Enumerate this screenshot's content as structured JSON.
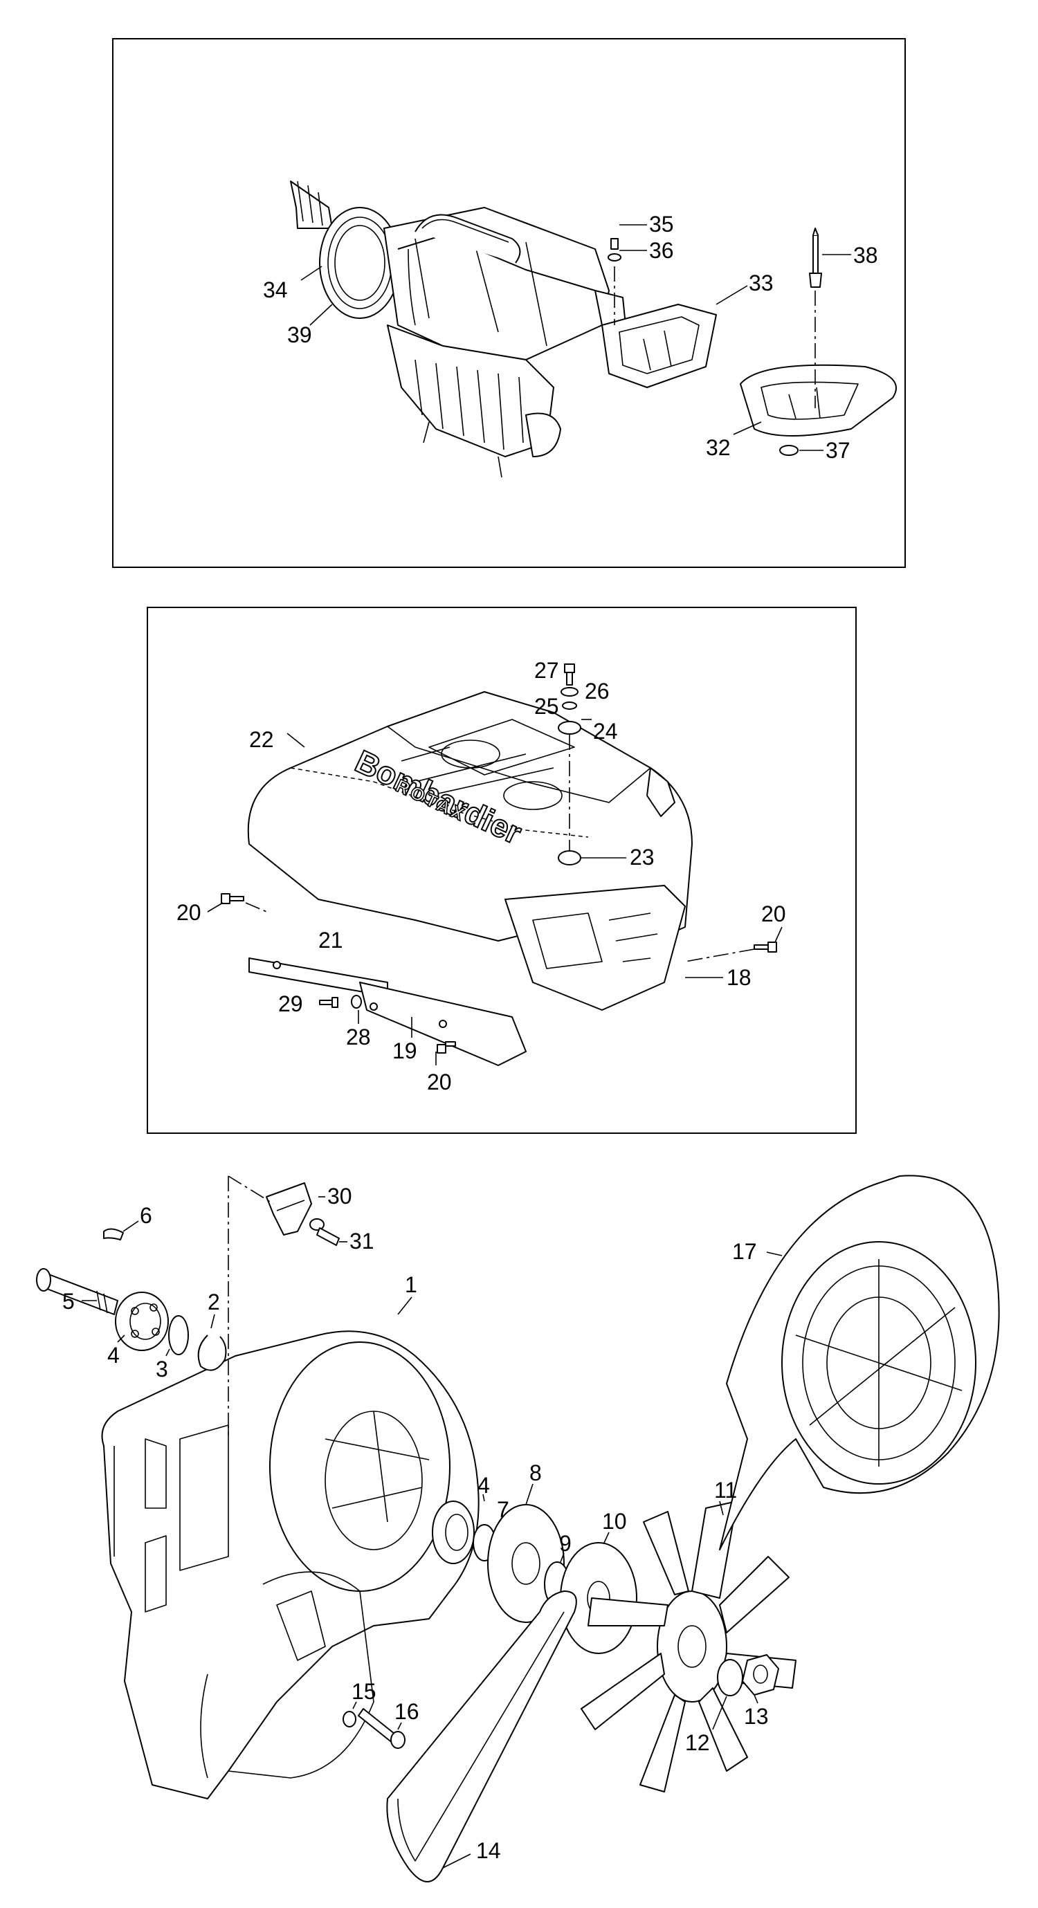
{
  "panels": {
    "top": {
      "callouts": [
        "35",
        "36",
        "33",
        "38",
        "34",
        "39",
        "32",
        "37"
      ]
    },
    "middle": {
      "callouts": [
        "27",
        "26",
        "25",
        "24",
        "22",
        "23",
        "20",
        "20",
        "21",
        "18",
        "29",
        "28",
        "19",
        "20"
      ],
      "logo": {
        "brand": "Bombardier",
        "sub": "ROTAX"
      }
    },
    "bottom": {
      "callouts": [
        "30",
        "6",
        "31",
        "17",
        "1",
        "5",
        "2",
        "4",
        "3",
        "11",
        "4",
        "8",
        "7",
        "10",
        "9",
        "15",
        "16",
        "13",
        "12",
        "14"
      ]
    }
  }
}
